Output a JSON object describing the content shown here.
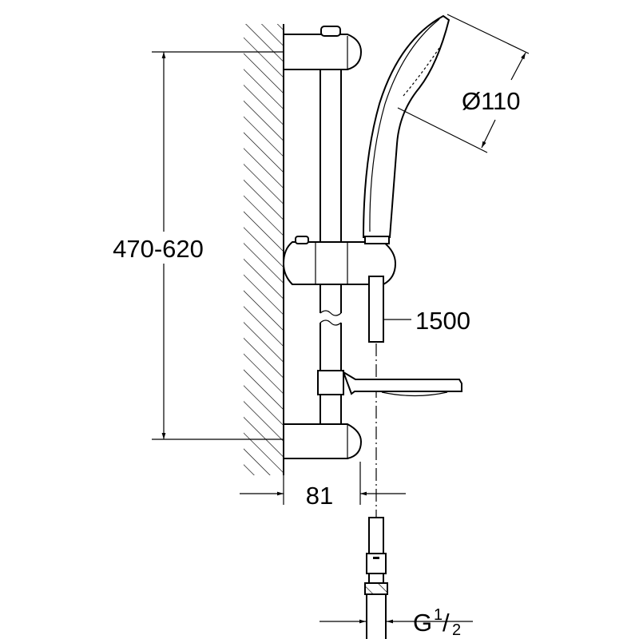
{
  "title": "Shower rail set dimension drawing",
  "dimensions": {
    "rail_height": "470-620",
    "handshower_diameter": "Ø110",
    "hose_length": "1500",
    "wall_offset": "81",
    "thread_main": "G",
    "thread_num": "1",
    "thread_den": "2"
  },
  "colors": {
    "line": "#000000",
    "background": "#ffffff"
  }
}
